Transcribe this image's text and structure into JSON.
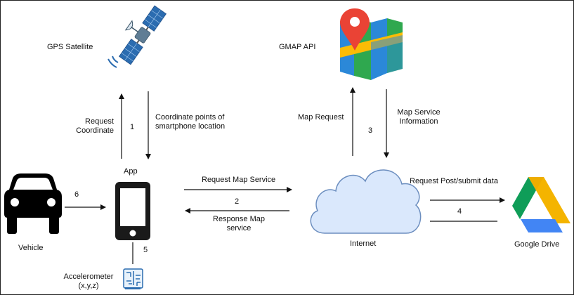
{
  "nodes": {
    "satellite": "GPS Satellite",
    "gmap": "GMAP API",
    "app": "App",
    "internet": "Internet",
    "drive": "Google Drive",
    "vehicle": "Vehicle",
    "accelerometer_line1": "Accelerometer",
    "accelerometer_line2": "(x,y,z)"
  },
  "edges": {
    "request_coordinate_line1": "Request",
    "request_coordinate_line2": "Coordinate",
    "step1": "1",
    "coordinate_points_line1": "Coordinate points of",
    "coordinate_points_line2": "smartphone location",
    "map_request": "Map Request",
    "step3": "3",
    "map_service_info_line1": "Map Service",
    "map_service_info_line2": "Information",
    "request_map_service": "Request Map Service",
    "step2": "2",
    "response_map_line1": "Response Map",
    "response_map_line2": "service",
    "request_post": "Request Post/submit data",
    "step4": "4",
    "step6": "6",
    "step5": "5"
  },
  "colors": {
    "arrow": "#111111",
    "cloud_fill": "#dae8fc",
    "cloud_stroke": "#6c8ebf",
    "vehicle": "#000000",
    "phone": "#1a1a1a",
    "map_green": "#2fa84f",
    "map_blue": "#2b88d8",
    "map_yellow": "#fbbc05",
    "map_pin": "#ea4335",
    "drive_yellow": "#f4b400",
    "drive_green": "#0f9d58",
    "drive_blue": "#4285f4",
    "satellite_blue": "#2b6cb0"
  }
}
